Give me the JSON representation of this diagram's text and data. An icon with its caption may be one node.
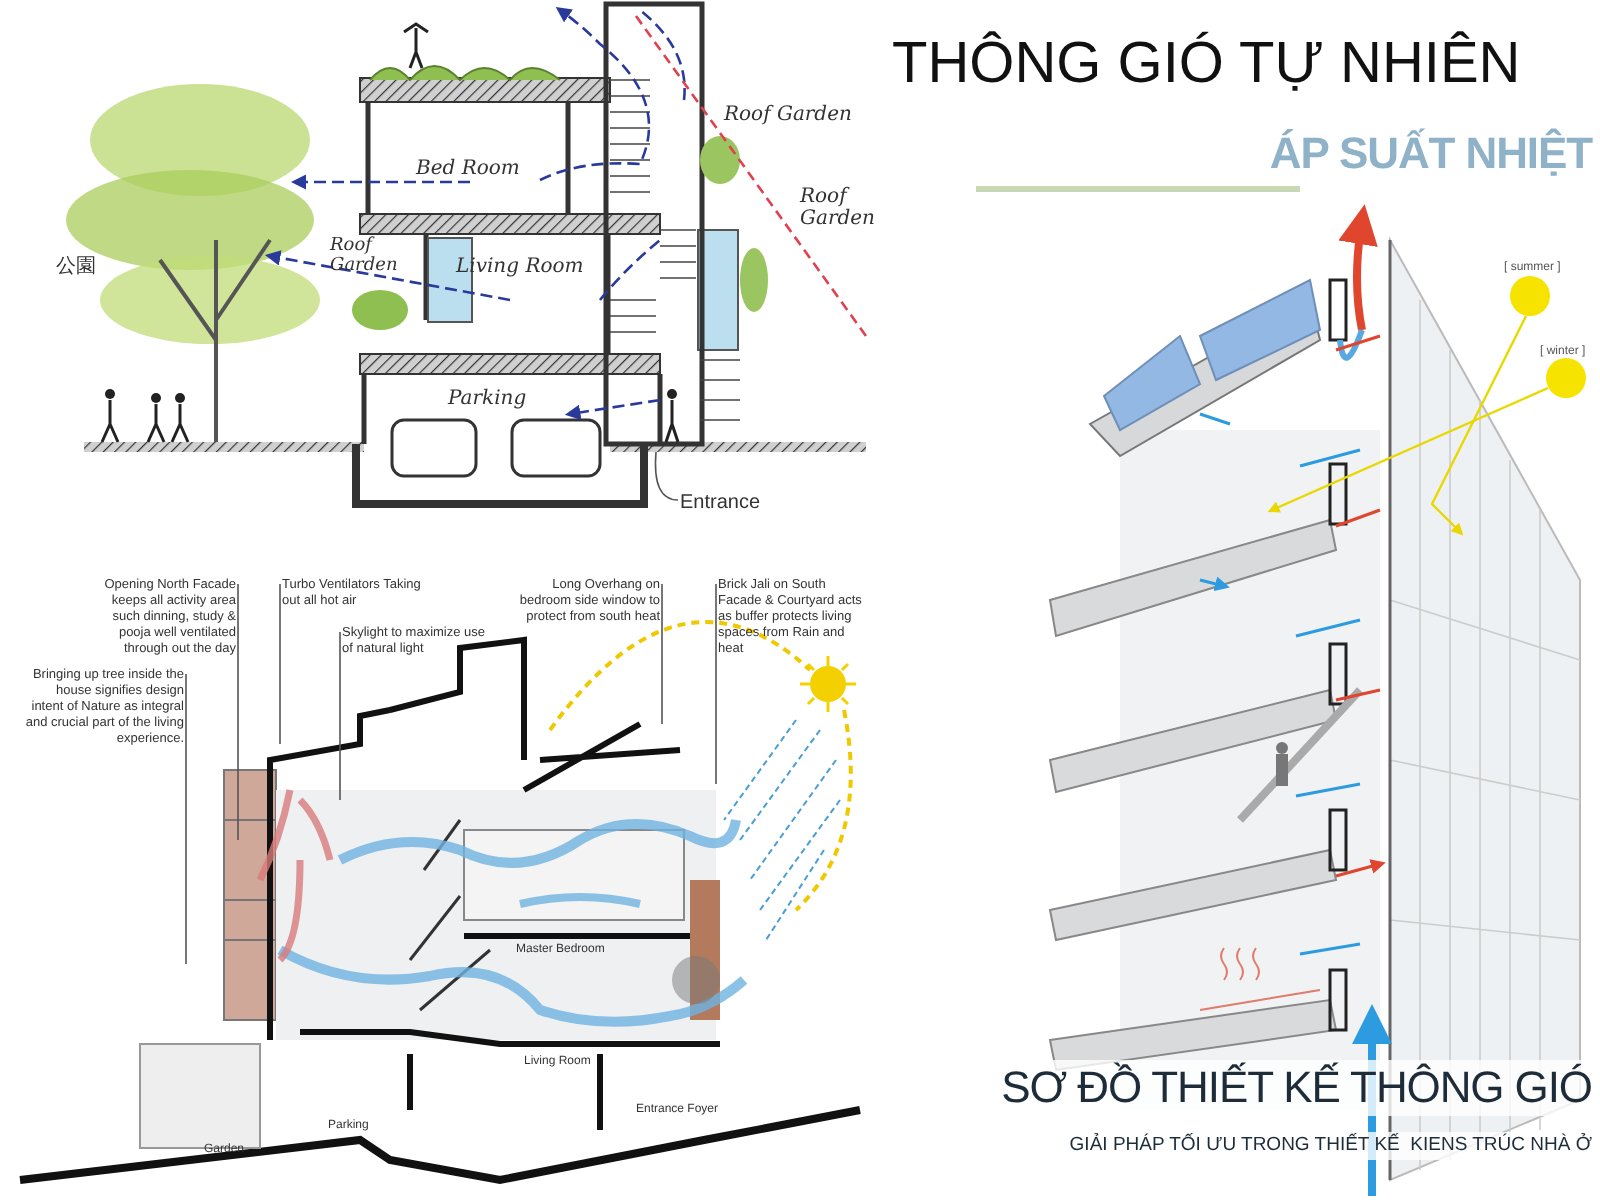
{
  "diagram": {
    "title": "THÔNG GIÓ TỰ NHIÊN",
    "nodes": [
      {
        "text": [
          "Opening North Facade keeps all activity area such dinning, study & pooja well ventilated through out the day"
        ]
      },
      {
        "text": [
          "Turbo Ventilators Taking out all hot air"
        ]
      },
      {
        "text": [
          "Skylight to maximize use of natural light"
        ]
      },
      {
        "text": [
          "Long Overhang on bedroom side window to protect from south heat"
        ]
      },
      {
        "text": [
          "Brick Jali on South Facade & Courtyard acts as buffer protects living spaces from Rain and heat"
        ]
      },
      {
        "text": [
          "Bringing up tree inside the house signifies design intent of Nature as integral and crucial part of the living experience."
        ]
      },
      {
        "text": [
          "Entrance"
        ]
      }
    ],
    "edges": [
      {
        "from": 0,
        "to": null,
        "arrow": "none"
      },
      {
        "from": 1,
        "to": null,
        "arrow": "none"
      },
      {
        "from": 2,
        "to": null,
        "arrow": "none"
      },
      {
        "from": 3,
        "to": null,
        "arrow": "none"
      },
      {
        "from": 4,
        "to": null,
        "arrow": "none"
      },
      {
        "from": 5,
        "to": null,
        "arrow": "none"
      },
      {
        "from": 6,
        "to": null,
        "arrow": "none"
      }
    ],
    "labels": [
      "ÁP SUẤT NHIỆT",
      "Roof Garden",
      "Bed Room",
      "Roof Garden",
      "公園",
      "Roof Garden",
      "Living Room",
      "Parking",
      "[ summer ]",
      "[ winter ]",
      "Master Bedroom",
      "Living Room",
      "Parking",
      "Garden",
      "Entrance Foyer",
      "SƠ ĐỒ THIẾT KẾ THÔNG GIÓ",
      "GIẢI PHÁP TỐI ƯU TRONG THIẾT KẾ  KIENS TRÚC NHÀ Ở"
    ]
  }
}
